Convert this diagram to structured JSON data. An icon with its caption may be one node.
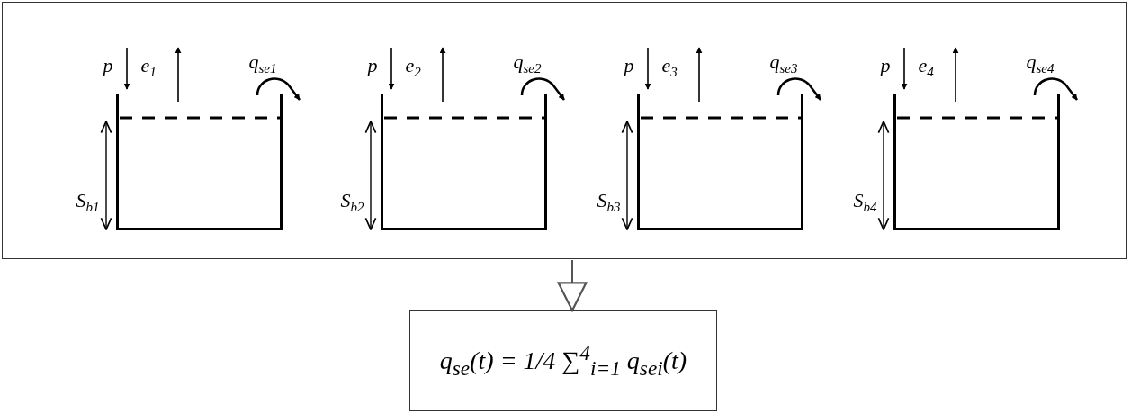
{
  "diagram": {
    "nodes": [
      {
        "text": [],
        "shape": "box"
      },
      {
        "text": [],
        "shape": "box",
        "in": 0,
        "beside": [
          "p",
          "e$_{1}$",
          "q$_{se1}$",
          "S$_{b1}$"
        ]
      },
      {
        "text": [],
        "shape": "box",
        "in": 0,
        "beside": [
          "p",
          "e$_{2}$",
          "q$_{se2}$",
          "S$_{b2}$"
        ]
      },
      {
        "text": [],
        "shape": "box",
        "in": 0,
        "beside": [
          "p",
          "e$_{3}$",
          "q$_{se3}$",
          "S$_{b3}$"
        ]
      },
      {
        "text": [],
        "shape": "box",
        "in": 0,
        "beside": [
          "p",
          "e$_{4}$",
          "q$_{se4}$",
          "S$_{b4}$"
        ]
      },
      {
        "text": [
          "q$_{se}$(t) = 1/4 ∑$^{4}$$_{i=1}$ q$_{sei}$(t)"
        ]
      }
    ],
    "edges": [
      {
        "from": 0,
        "to": 5,
        "arrow": "to"
      }
    ]
  }
}
